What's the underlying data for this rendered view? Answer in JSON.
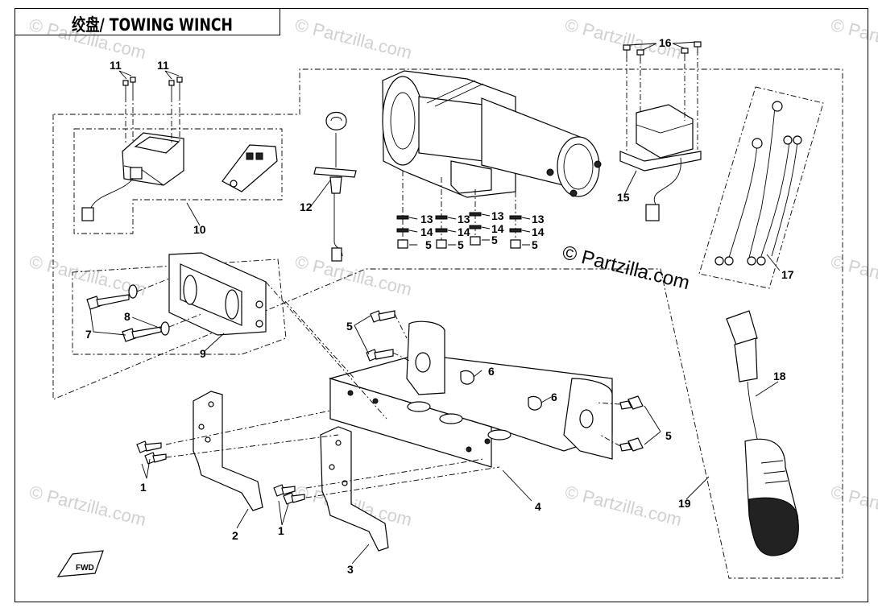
{
  "title": "绞盘/ TOWING WINCH",
  "watermark": "© Partzilla.com",
  "copyright": "© Partzilla.com",
  "fwd_label": "FWD",
  "callouts": {
    "c1a": "1",
    "c1b": "1",
    "c2": "2",
    "c3": "3",
    "c4": "4",
    "c5a": "5",
    "c5b": "5",
    "c5c": "5",
    "c5d": "5",
    "c5e": "5",
    "c5f": "5",
    "c6a": "6",
    "c6b": "6",
    "c7": "7",
    "c8": "8",
    "c9": "9",
    "c10": "10",
    "c11a": "11",
    "c11b": "11",
    "c12": "12",
    "c13a": "13",
    "c13b": "13",
    "c13c": "13",
    "c13d": "13",
    "c14a": "14",
    "c14b": "14",
    "c14c": "14",
    "c14d": "14",
    "c15": "15",
    "c16": "16",
    "c17": "17",
    "c18": "18",
    "c19": "19"
  },
  "colors": {
    "line": "#000000",
    "watermark": "#d0d0d0",
    "background": "#ffffff"
  }
}
